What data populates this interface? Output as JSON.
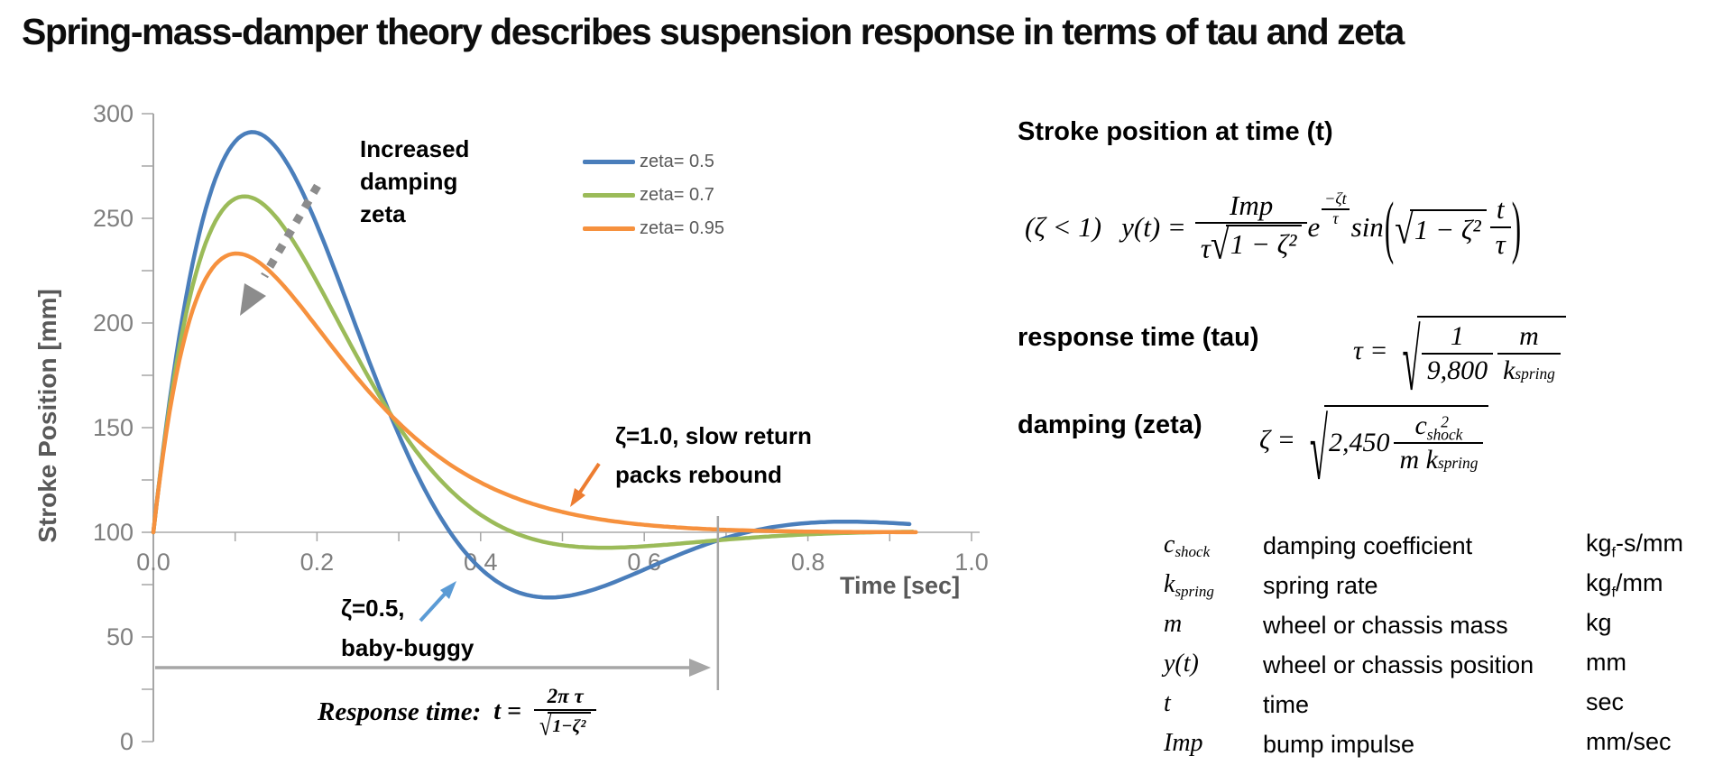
{
  "title": "Spring-mass-damper theory describes suspension response in terms of tau and zeta",
  "chart_data": {
    "type": "line",
    "title": "",
    "xlabel": "Time [sec]",
    "ylabel": "Stroke Position [mm]",
    "xlim": [
      0,
      1.0
    ],
    "ylim": [
      0,
      300
    ],
    "grid": false,
    "legend_position": "upper-right-inside",
    "x_tick_step": 0.1,
    "x_label_ticks": [
      "0.0",
      "0.2",
      "0.4",
      "0.6",
      "0.8",
      "1.0"
    ],
    "y_tick_step": 25,
    "y_label_ticks": [
      "0",
      "50",
      "100",
      "150",
      "200",
      "250",
      "300"
    ],
    "baseline": 100,
    "model": "y(t) = baseline + (impulse/(tau*sqrt(1-zeta^2))) * exp(-zeta*t/tau) * sin(sqrt(1-zeta^2)*t/tau)",
    "tau": 0.1,
    "impulse": 35,
    "series": [
      {
        "name": "zeta= 0.5",
        "zeta": 0.5,
        "color": "#4A7EBB",
        "t_end": 0.925,
        "peak_mm": 289,
        "min_mm": 70,
        "second_peak_mm": 105
      },
      {
        "name": "zeta= 0.7",
        "zeta": 0.7,
        "color": "#9BBB59",
        "t_end": 0.93,
        "peak_mm": 258,
        "min_mm": 93,
        "second_peak_mm": 100
      },
      {
        "name": "zeta= 0.95",
        "zeta": 0.95,
        "color": "#F6913E",
        "t_end": 0.935,
        "peak_mm": 231,
        "min_mm": 100,
        "second_peak_mm": 100
      }
    ],
    "response_marker_t": 0.69
  },
  "annotations": {
    "increased_damping": {
      "lines": [
        "Increased",
        "damping",
        "zeta"
      ]
    },
    "slow_return": {
      "lines": [
        "ζ=1.0, slow return",
        "packs rebound"
      ]
    },
    "baby_buggy": {
      "lines": [
        "ζ=0.5,",
        "baby-buggy"
      ]
    },
    "response_time": {
      "label": "Response time:",
      "lhs": "t =",
      "num": "2π τ",
      "radicand": "1−ζ²"
    }
  },
  "equations": {
    "stroke": {
      "heading": "Stroke position at time (t)",
      "cond": "(ζ < 1)",
      "lhs": "y(t) =",
      "num": "Imp",
      "den_coef": "τ",
      "den_radicand": "1 − ζ²",
      "exp_base": "e",
      "exp_num": "−ζt",
      "exp_den": "τ",
      "fn": "sin",
      "radicand": "1 − ζ²",
      "arg_num": "t",
      "arg_den": "τ"
    },
    "tau": {
      "heading": "response time (tau)",
      "lhs": "τ =",
      "f1_num": "1",
      "f1_den": "9,800",
      "f2_num": "m",
      "f2_den_base": "k",
      "f2_den_sub": "spring"
    },
    "zeta": {
      "heading": "damping (zeta)",
      "lhs": "ζ =",
      "coef": "2,450",
      "num_base": "c",
      "num_sup": "2",
      "num_sub": "shock",
      "den_base": "m k",
      "den_sub": "spring"
    }
  },
  "variables": {
    "rows": [
      {
        "sym": "c",
        "sub": "shock",
        "desc": "damping coefficient",
        "unit_pre": "kg",
        "unit_sub": "f",
        "unit_post": "-s/mm"
      },
      {
        "sym": "k",
        "sub": "spring",
        "desc": "spring rate",
        "unit_pre": "kg",
        "unit_sub": "f",
        "unit_post": "/mm"
      },
      {
        "sym": "m",
        "sub": "",
        "desc": "wheel or chassis mass",
        "unit_pre": "kg",
        "unit_sub": "",
        "unit_post": ""
      },
      {
        "sym": "y(t)",
        "sub": "",
        "desc": "wheel or chassis position",
        "unit_pre": "mm",
        "unit_sub": "",
        "unit_post": ""
      },
      {
        "sym": "t",
        "sub": "",
        "desc": "time",
        "unit_pre": "sec",
        "unit_sub": "",
        "unit_post": ""
      },
      {
        "sym": "Imp",
        "sub": "",
        "desc": "bump impulse",
        "unit_pre": "mm/sec",
        "unit_sub": "",
        "unit_post": ""
      }
    ]
  }
}
